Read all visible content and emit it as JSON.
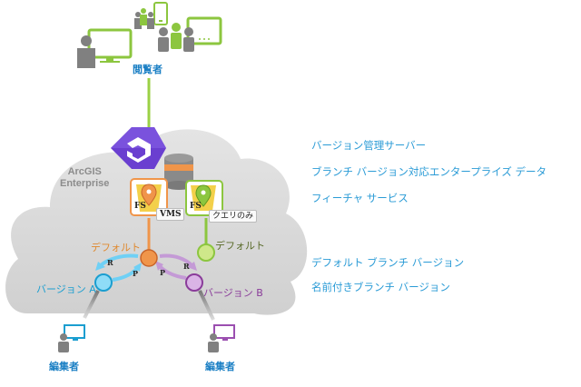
{
  "viewer": {
    "label": "閲覧者"
  },
  "enterprise": {
    "line1": "ArcGIS",
    "line2": "Enterprise"
  },
  "services": {
    "fs_label": "FS",
    "vms_tag": "VMS",
    "query_tag": "クエリのみ"
  },
  "branches": {
    "default_orange": "デフォルト",
    "default_green": "デフォルト",
    "version_a": "バージョン A",
    "version_b": "バージョン B",
    "reconcile": "R",
    "post": "P"
  },
  "editors": [
    {
      "label": "編集者",
      "color": "#1b9ed0"
    },
    {
      "label": "編集者",
      "color": "#9b4fb0"
    }
  ],
  "legend": [
    {
      "text": "バージョン管理サーバー"
    },
    {
      "text": "ブランチ バージョン対応エンタープライズ データ"
    },
    {
      "text": "フィーチャ サービス"
    },
    {
      "text": "デフォルト ブランチ バージョン"
    },
    {
      "text": "名前付きブランチ バージョン"
    }
  ],
  "colors": {
    "cloud": "#d9d9d9",
    "vms_purple": "#6a3fd0",
    "green": "#8cc63f",
    "orange": "#f0954a",
    "cyan": "#6fd0f5",
    "violet": "#c49ad6",
    "text_blue": "#2a9bd6"
  }
}
